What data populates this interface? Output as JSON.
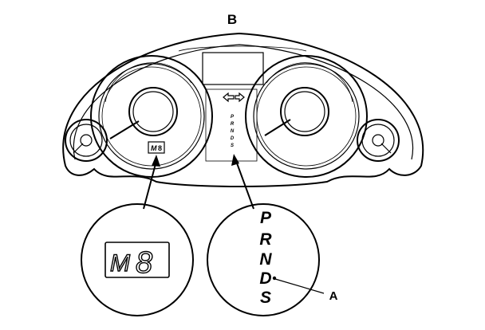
{
  "labels": {
    "cluster": "B",
    "drive_indicator": "A"
  },
  "gear_display": {
    "mode_letter": "M",
    "digit": "8"
  },
  "shift_positions": [
    "P",
    "R",
    "N",
    "D",
    "S"
  ],
  "shift_positions_small": [
    "P",
    "R",
    "N",
    "D",
    "S"
  ],
  "turn_arrows": [
    "left-arrow-icon",
    "right-arrow-icon"
  ]
}
